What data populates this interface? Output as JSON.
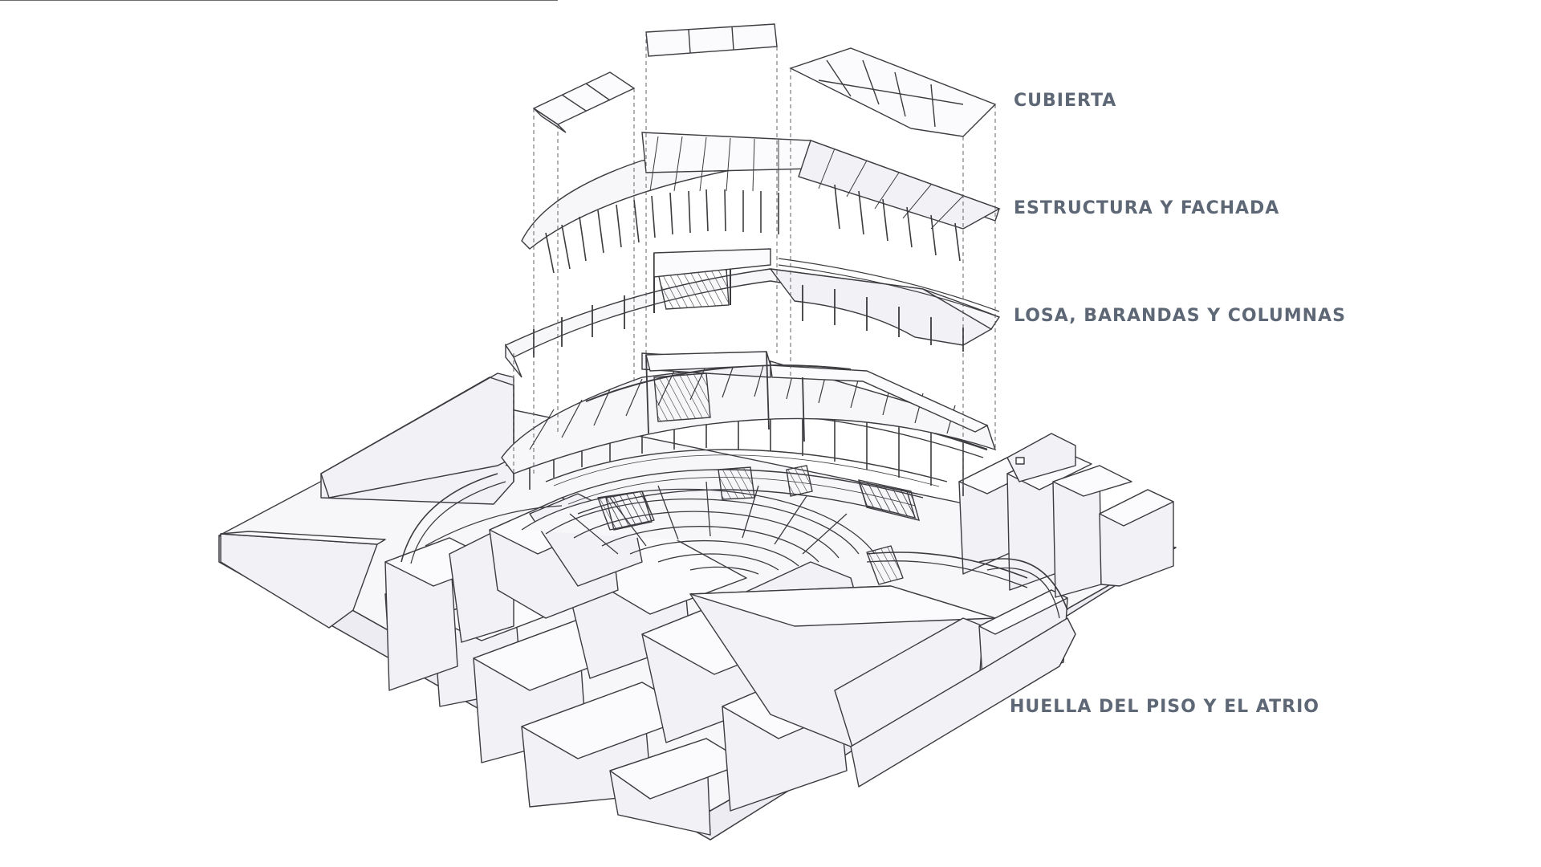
{
  "colors": {
    "label_text": "#5d6775",
    "line": "#3c3c40",
    "thin_line": "#55555a",
    "fill": "#f1f1f6",
    "background": "#ffffff"
  },
  "layers": [
    {
      "key": "roof",
      "label": "CUBIERTA"
    },
    {
      "key": "structure",
      "label": "ESTRUCTURA Y FACHADA"
    },
    {
      "key": "slab",
      "label": "LOSA, BARANDAS Y COLUMNAS"
    },
    {
      "key": "footprint",
      "label": "HUELLA DEL PISO Y EL ATRIO"
    }
  ]
}
